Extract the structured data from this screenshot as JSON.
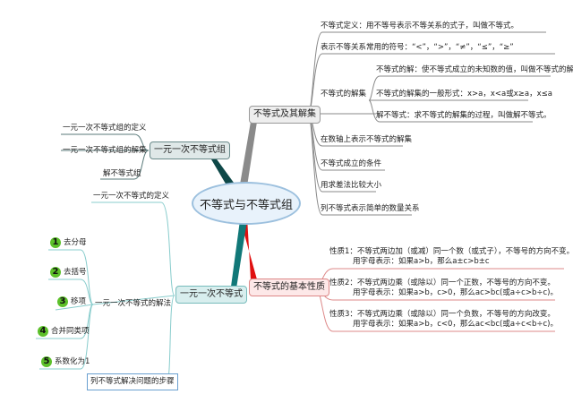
{
  "center": "不等式与不等式组",
  "right_top": {
    "title": "不等式及其解集",
    "items": [
      "不等式定义：用不等号表示不等关系的式子，叫做不等式。",
      "表示不等关系常用的符号：“<”，“>”，“≠”，“≤”，“≥”",
      "不等式的解集",
      "在数轴上表示不等式的解集",
      "不等式成立的条件",
      "用求差法比较大小",
      "列不等式表示简单的数量关系"
    ],
    "sub": [
      "不等式的解：使不等式成立的未知数的值，叫做不等式的解",
      "不等式的解集的一般形式：x>a，x<a或x≥a，x≤a",
      "解不等式：求不等式的解集的过程，叫做解不等式。"
    ]
  },
  "right_bottom": {
    "title": "不等式的基本性质",
    "props": [
      [
        "性质1：不等式两边加（或减）同一个数（或式子），不等号的方向不变。",
        "用字母表示：如果a>b，那么a±c>b±c"
      ],
      [
        "性质2：不等式两边乘（或除以）同一个正数，不等号的方向不变。",
        "用字母表示：如果a>b，c>0，那么ac>bc(或a÷c>b÷c)。"
      ],
      [
        "性质3：不等式两边乘（或除以）同一个负数，不等号的方向改变。",
        "用字母表示：如果a>b，c<0，那么ac<bc(或a÷c<b÷c)。"
      ]
    ]
  },
  "left_top": {
    "title": "一元一次不等式组",
    "items": [
      "一元一次不等式组的定义",
      "一元一次不等式组的解集",
      "解不等式组"
    ]
  },
  "left_bottom": {
    "title": "一元一次不等式",
    "definition": "一元一次不等式的定义",
    "method": "一元一次不等式的解法",
    "steps": [
      {
        "n": "1",
        "label": "去分母"
      },
      {
        "n": "2",
        "label": "去括号"
      },
      {
        "n": "3",
        "label": "移项"
      },
      {
        "n": "4",
        "label": "合并同类项"
      },
      {
        "n": "5",
        "label": "系数化为1"
      }
    ],
    "problem": "列不等式解决问题的步骤"
  },
  "colors": {
    "branch_top_right": "#888888",
    "branch_bottom_right": "#e01010",
    "branch_left": "#0e5a5a",
    "step_badge": "#5cc02a"
  }
}
